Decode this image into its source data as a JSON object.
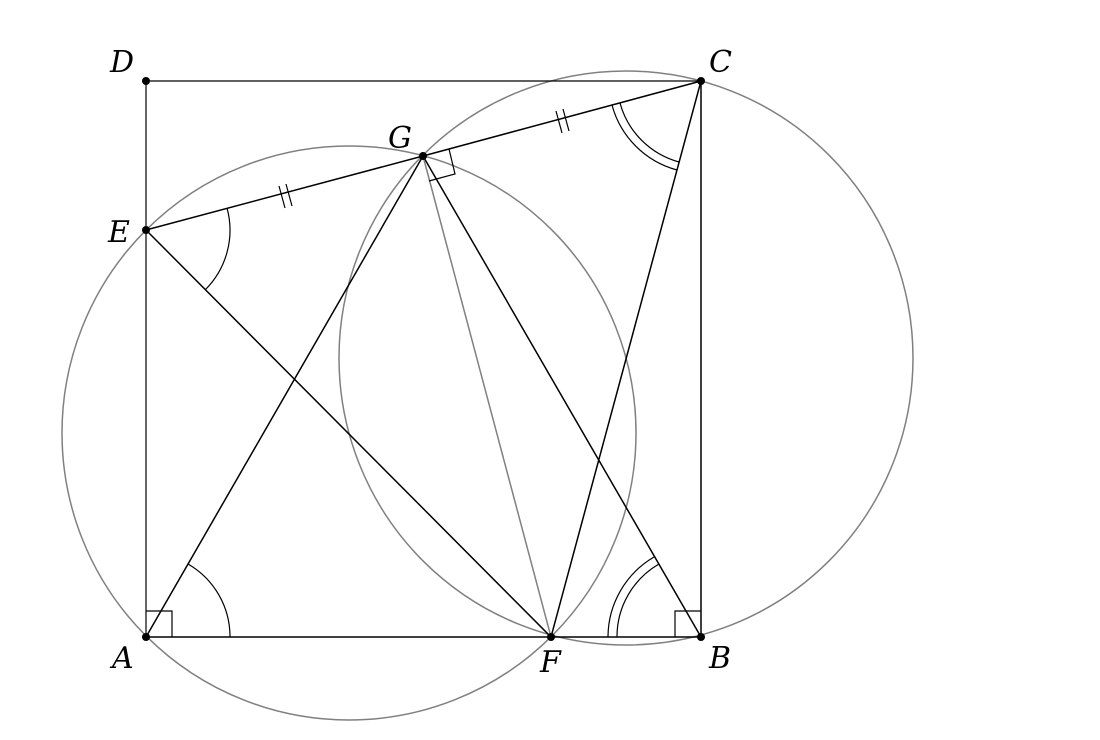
{
  "diagram": {
    "points": [
      {
        "id": "A",
        "label": "A"
      },
      {
        "id": "B",
        "label": "B"
      },
      {
        "id": "C",
        "label": "C"
      },
      {
        "id": "D",
        "label": "D"
      },
      {
        "id": "E",
        "label": "E"
      },
      {
        "id": "F",
        "label": "F"
      },
      {
        "id": "G",
        "label": "G"
      }
    ],
    "segments": [
      [
        "D",
        "C"
      ],
      [
        "D",
        "A"
      ],
      [
        "A",
        "B"
      ],
      [
        "B",
        "C"
      ],
      [
        "E",
        "G"
      ],
      [
        "G",
        "C"
      ],
      [
        "E",
        "F"
      ],
      [
        "A",
        "G"
      ],
      [
        "G",
        "B"
      ],
      [
        "G",
        "F"
      ],
      [
        "F",
        "C"
      ]
    ],
    "circles": [
      {
        "through": [
          "A",
          "E",
          "G",
          "F"
        ]
      },
      {
        "through": [
          "C",
          "G",
          "F",
          "B"
        ]
      }
    ],
    "equal_length": [
      [
        "E",
        "G"
      ],
      [
        "G",
        "C"
      ]
    ],
    "right_angles": [
      "A",
      "B",
      "G"
    ],
    "single_arcs": [
      "E",
      "A"
    ],
    "double_arcs": [
      "C",
      "B"
    ],
    "colors": {
      "line": "#000000",
      "circle": "#808080",
      "background": "#ffffff"
    }
  }
}
